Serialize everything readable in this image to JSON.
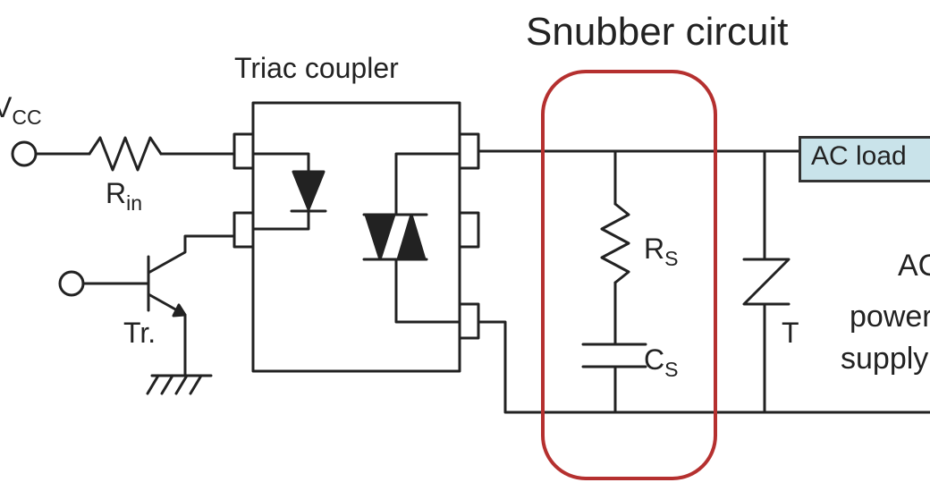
{
  "title": "Snubber circuit",
  "coupler": {
    "title": "Triac coupler"
  },
  "labels": {
    "vcc_main": "V",
    "vcc_sub": "CC",
    "rin_main": "R",
    "rin_sub": "in",
    "transistor": "Tr.",
    "rs_main": "R",
    "rs_sub": "S",
    "cs_main": "C",
    "cs_sub": "S",
    "thyristor": "T",
    "ac_load": "AC load",
    "ac_supply_1": "AC",
    "ac_supply_2": "power",
    "ac_supply_3": "supply"
  },
  "colors": {
    "line": "#222222",
    "highlight": "#b5302f",
    "load_fill": "#c9e3ea"
  }
}
